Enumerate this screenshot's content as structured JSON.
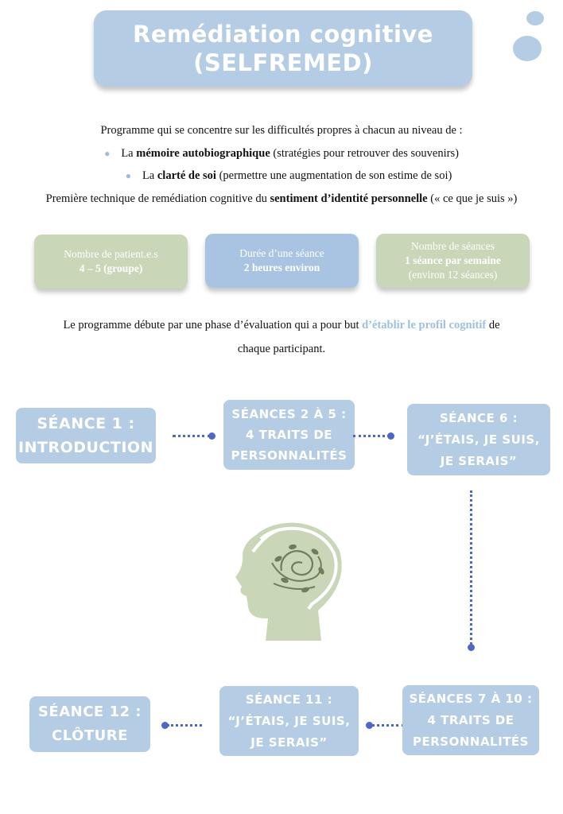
{
  "header": {
    "title_line1": "Remédiation cognitive",
    "title_line2": "(SELFREMED)"
  },
  "intro": {
    "line1": "Programme qui se concentre sur les difficultés propres à chacun au niveau de :",
    "bullet1": {
      "prefix": "La ",
      "bold": "mémoire autobiographique",
      "suffix": " (stratégies pour retrouver des souvenirs)"
    },
    "bullet2": {
      "prefix": "La ",
      "bold": "clarté de soi",
      "suffix": " (permettre une augmentation de son estime de soi)"
    },
    "line4": {
      "prefix": "Première technique de remédiation cognitive du ",
      "bold": "sentiment d’identité personnelle",
      "suffix": " (« ce que je suis »)"
    }
  },
  "cards": [
    {
      "label": "Nombre de patient.e.s",
      "value": "4 – 5 (groupe)"
    },
    {
      "label": "Durée d’une séance",
      "value": "2 heures environ"
    },
    {
      "label": "Nombre de séances",
      "value": "1 séance par semaine",
      "value2": "(environ 12 séances)"
    }
  ],
  "goal": {
    "prefix": "Le programme débute par une phase d’évaluation qui a pour but ",
    "highlight": "d’établir le profil cognitif",
    "suffix": " de",
    "line2": "chaque participant."
  },
  "sessions": {
    "s1": [
      "SÉANCE 1 :",
      "INTRODUCTION"
    ],
    "s2_5": [
      "SÉANCES 2 À 5 :",
      "4 TRAITS DE",
      "PERSONNALITÉS"
    ],
    "s6": [
      "SÉANCE 6 :",
      "“J’ÉTAIS, JE SUIS,",
      "JE SERAIS”"
    ],
    "s7_10": [
      "SÉANCES 7 À 10 :",
      "4 TRAITS DE",
      "PERSONNALITÉS"
    ],
    "s11": [
      "SÉANCE 11 :",
      "“J’ÉTAIS, JE SUIS,",
      "JE SERAIS”"
    ],
    "s12": [
      "SÉANCE 12 :",
      "CLÔTURE"
    ]
  },
  "colors": {
    "accent_blue": "#b4cce4",
    "accent_green": "#c9d6b8",
    "connector": "#4f66c8",
    "head": "#c9d6b8"
  },
  "icons": [
    "dots-decoration-icon",
    "head-brain-icon"
  ]
}
